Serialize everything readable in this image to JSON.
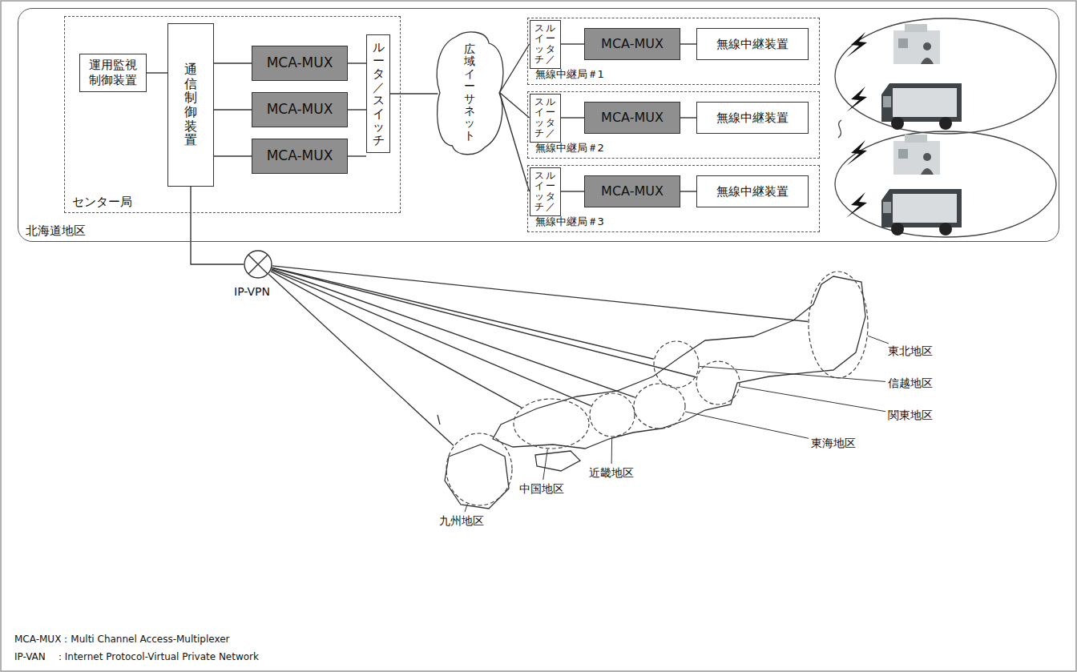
{
  "diagram": {
    "nodes": [
      {
        "text": [
          "北海道地区"
        ]
      },
      {
        "text": [
          "センター局"
        ],
        "in": 0
      },
      {
        "text": [
          "運用監視制御装置"
        ],
        "in": 1
      },
      {
        "text": [
          "通信制御装置"
        ],
        "in": 1
      },
      {
        "text": [
          "MCA-MUX"
        ],
        "in": 1
      },
      {
        "text": [
          "MCA-MUX"
        ],
        "in": 1
      },
      {
        "text": [
          "MCA-MUX"
        ],
        "in": 1
      },
      {
        "text": [
          "ルータ／スイッチ"
        ],
        "in": 1
      },
      {
        "text": [
          "広域イーサネット"
        ],
        "in": 0
      },
      {
        "text": [
          "無線中継局＃1"
        ],
        "in": 0
      },
      {
        "text": [
          "ルータ／スイッチ"
        ],
        "in": 9
      },
      {
        "text": [
          "MCA-MUX"
        ],
        "in": 9
      },
      {
        "text": [
          "無線中継装置"
        ],
        "in": 9
      },
      {
        "text": [
          "無線中継局＃2"
        ],
        "in": 0
      },
      {
        "text": [
          "ルータ／スイッチ"
        ],
        "in": 13
      },
      {
        "text": [
          "MCA-MUX"
        ],
        "in": 13
      },
      {
        "text": [
          "無線中継装置"
        ],
        "in": 13
      },
      {
        "text": [
          "無線中継局＃3"
        ],
        "in": 0
      },
      {
        "text": [
          "ルータ／スイッチ"
        ],
        "in": 17
      },
      {
        "text": [
          "MCA-MUX"
        ],
        "in": 17
      },
      {
        "text": [
          "無線中継装置"
        ],
        "in": 17
      },
      {
        "text": [
          "IP-VPN"
        ]
      },
      {
        "text": [
          "東北地区"
        ]
      },
      {
        "text": [
          "信越地区"
        ]
      },
      {
        "text": [
          "関東地区"
        ]
      },
      {
        "text": [
          "東海地区"
        ]
      },
      {
        "text": [
          "近畿地区"
        ]
      },
      {
        "text": [
          "中国地区"
        ]
      },
      {
        "text": [
          "九州地区"
        ]
      }
    ],
    "edges": [
      {
        "from": 2,
        "to": 3,
        "arrow": "none"
      },
      {
        "from": 3,
        "to": 4,
        "arrow": "none"
      },
      {
        "from": 3,
        "to": 5,
        "arrow": "none"
      },
      {
        "from": 3,
        "to": 6,
        "arrow": "none"
      },
      {
        "from": 4,
        "to": 7,
        "arrow": "none"
      },
      {
        "from": 5,
        "to": 7,
        "arrow": "none"
      },
      {
        "from": 6,
        "to": 7,
        "arrow": "none"
      },
      {
        "from": 7,
        "to": 8,
        "arrow": "none"
      },
      {
        "from": 8,
        "to": 10,
        "arrow": "none"
      },
      {
        "from": 8,
        "to": 14,
        "arrow": "none"
      },
      {
        "from": 8,
        "to": 18,
        "arrow": "none"
      },
      {
        "from": 10,
        "to": 11,
        "arrow": "none"
      },
      {
        "from": 11,
        "to": 12,
        "arrow": "none"
      },
      {
        "from": 14,
        "to": 15,
        "arrow": "none"
      },
      {
        "from": 15,
        "to": 16,
        "arrow": "none"
      },
      {
        "from": 18,
        "to": 19,
        "arrow": "none"
      },
      {
        "from": 19,
        "to": 20,
        "arrow": "none"
      },
      {
        "from": 3,
        "to": 21,
        "arrow": "none"
      },
      {
        "from": 21,
        "to": 22,
        "arrow": "none"
      },
      {
        "from": 21,
        "to": 23,
        "arrow": "none"
      },
      {
        "from": 21,
        "to": 24,
        "arrow": "none"
      },
      {
        "from": 21,
        "to": 25,
        "arrow": "none"
      },
      {
        "from": 21,
        "to": 26,
        "arrow": "none"
      },
      {
        "from": 21,
        "to": 27,
        "arrow": "none"
      },
      {
        "from": 21,
        "to": 28,
        "arrow": "none"
      }
    ],
    "labels": [
      "MCA-MUX：Multi Channel Access-Multiplexer",
      "IP-VAN　：Internet Protocol-Virtual Private Network"
    ]
  }
}
